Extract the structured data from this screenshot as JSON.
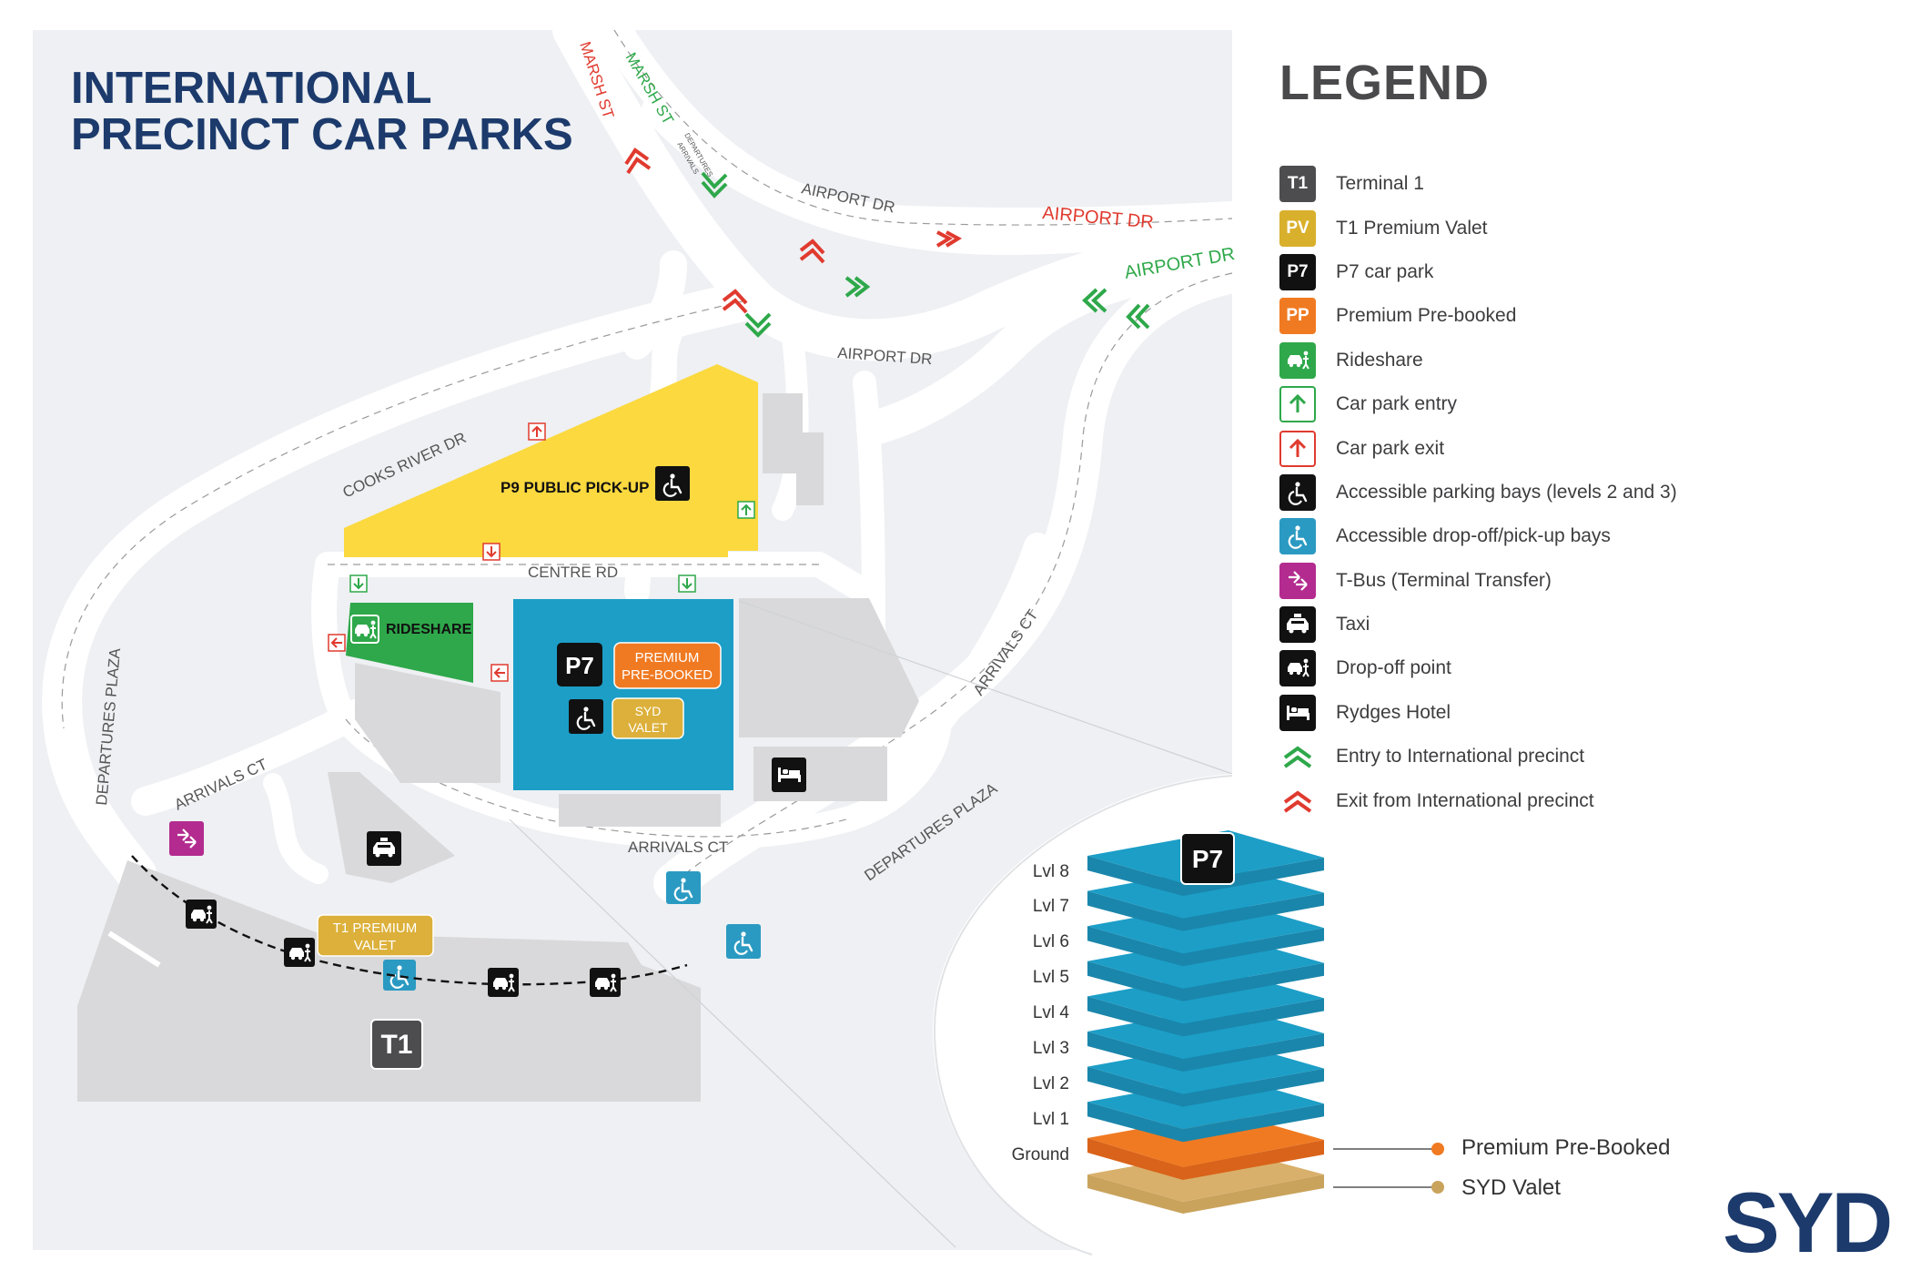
{
  "title_lines": [
    "INTERNATIONAL",
    "PRECINCT CAR PARKS"
  ],
  "legend": {
    "heading": "LEGEND",
    "items": [
      {
        "badge": "T1",
        "label": "Terminal 1",
        "color": "#4d4d4f",
        "icon": "terminal-badge"
      },
      {
        "badge": "PV",
        "label": "T1 Premium Valet",
        "color": "#d9b02b",
        "icon": "premium-valet-badge"
      },
      {
        "badge": "P7",
        "label": "P7 car park",
        "color": "#111111",
        "icon": "p7-badge"
      },
      {
        "badge": "PP",
        "label": "Premium Pre-booked",
        "color": "#f07a22",
        "icon": "premium-prebooked-badge"
      },
      {
        "badge": "",
        "label": "Rideshare",
        "color": "#2ea84a",
        "icon": "rideshare-icon"
      },
      {
        "badge": "",
        "label": "Car park entry",
        "color": "#2ea84a",
        "icon": "entry-arrow-icon"
      },
      {
        "badge": "",
        "label": "Car park exit",
        "color": "#e03a2f",
        "icon": "exit-arrow-icon"
      },
      {
        "badge": "",
        "label": "Accessible parking bays (levels 2 and 3)",
        "color": "#111111",
        "icon": "accessible-parking-icon"
      },
      {
        "badge": "",
        "label": "Accessible drop-off/pick-up bays",
        "color": "#2b9ac2",
        "icon": "accessible-dropoff-icon"
      },
      {
        "badge": "",
        "label": "T-Bus (Terminal Transfer)",
        "color": "#b32b8f",
        "icon": "t-bus-icon"
      },
      {
        "badge": "",
        "label": "Taxi",
        "color": "#111111",
        "icon": "taxi-icon"
      },
      {
        "badge": "",
        "label": "Drop-off point",
        "color": "#111111",
        "icon": "drop-off-icon"
      },
      {
        "badge": "",
        "label": "Rydges Hotel",
        "color": "#111111",
        "icon": "hotel-bed-icon"
      },
      {
        "badge": "",
        "label": "Entry to International precinct",
        "color": "#2ea84a",
        "icon": "entry-chevron-icon"
      },
      {
        "badge": "",
        "label": "Exit from International precinct",
        "color": "#e03a2f",
        "icon": "exit-chevron-icon"
      }
    ]
  },
  "roads": {
    "marsh_st_red": "MARSH ST",
    "marsh_st_green": "MARSH ST",
    "airport_dr_1": "AIRPORT DR",
    "airport_dr_red": "AIRPORT DR",
    "airport_dr_green": "AIRPORT DR",
    "airport_dr_2": "AIRPORT DR",
    "cooks_river": "COOKS RIVER DR",
    "centre_rd": "CENTRE RD",
    "departures_plaza_left": "DEPARTURES PLAZA",
    "departures_plaza_right": "DEPARTURES PLAZA",
    "arrivals_ct_left": "ARRIVALS CT",
    "arrivals_ct_bottom": "ARRIVALS CT",
    "arrivals_ct_right": "ARRIVALS CT",
    "small_departures": "DEPARTURES",
    "small_arrivals": "ARRIVALS"
  },
  "areas": {
    "p9": "P9 PUBLIC PICK-UP",
    "rideshare": "RIDESHARE",
    "p7": "P7",
    "premium_line1": "PREMIUM",
    "premium_line2": "PRE-BOOKED",
    "syd_line1": "SYD",
    "syd_line2": "VALET",
    "t1_valet_line1": "T1 PREMIUM",
    "t1_valet_line2": "VALET",
    "t1": "T1"
  },
  "levels": {
    "badge": "P7",
    "labels": [
      "Lvl 8",
      "Lvl 7",
      "Lvl 6",
      "Lvl 5",
      "Lvl 4",
      "Lvl 3",
      "Lvl 2",
      "Lvl 1",
      "Ground"
    ],
    "premium": "Premium Pre-Booked",
    "valet": "SYD Valet"
  },
  "logo": "SYD",
  "colors": {
    "title": "#1c3a6b",
    "p9": "#fbd93f",
    "p7": "#1c9ec7",
    "rideshare": "#2ea84a",
    "premium": "#f07a22",
    "valet": "#dcb03a",
    "map_bg": "#eef0f3",
    "road": "#ffffff",
    "building": "#d9d9db"
  }
}
